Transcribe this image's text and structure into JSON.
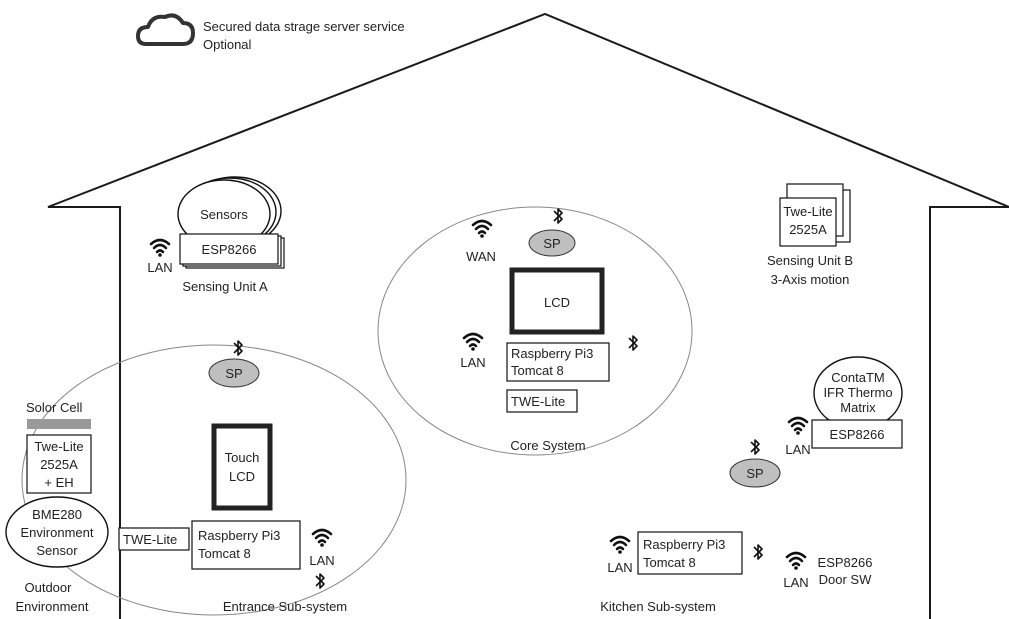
{
  "cloud": {
    "icon": "cloud-icon",
    "line1": "Secured data strage server service",
    "line2": "Optional"
  },
  "sensing_unit_a": {
    "sensors": "Sensors",
    "module": "ESP8266",
    "wifi_label": "LAN",
    "caption": "Sensing Unit A"
  },
  "sensing_unit_b": {
    "module_line1": "Twe-Lite",
    "module_line2": "2525A",
    "caption_line1": "Sensing Unit B",
    "caption_line2": "3-Axis motion"
  },
  "core_system": {
    "wifi_wan": "WAN",
    "sp": "SP",
    "lcd": "LCD",
    "wifi_lan": "LAN",
    "pi_line1": "Raspberry Pi3",
    "pi_line2": "Tomcat 8",
    "twe": "TWE-Lite",
    "caption": "Core System"
  },
  "entrance_subsystem": {
    "sp": "SP",
    "lcd_line1": "Touch",
    "lcd_line2": "LCD",
    "twe": "TWE-Lite",
    "pi_line1": "Raspberry Pi3",
    "pi_line2": "Tomcat 8",
    "wifi_label": "LAN",
    "caption": "Entrance Sub-system"
  },
  "outdoor": {
    "solar": "Solor Cell",
    "twe_line1": "Twe-Lite",
    "twe_line2": "2525A",
    "twe_line3": "+ EH",
    "sensor_line1": "BME280",
    "sensor_line2": "Environment",
    "sensor_line3": "Sensor",
    "caption_line1": "Outdoor",
    "caption_line2": "Environment"
  },
  "thermo_unit": {
    "sensor_line1": "ContaTM",
    "sensor_line2": "IFR Thermo",
    "sensor_line3": "Matrix",
    "module": "ESP8266",
    "wifi_label": "LAN",
    "sp": "SP"
  },
  "kitchen_subsystem": {
    "wifi_label": "LAN",
    "pi_line1": "Raspberry Pi3",
    "pi_line2": "Tomcat 8",
    "door_wifi_label": "LAN",
    "door_line1": "ESP8266",
    "door_line2": "Door SW",
    "caption": "Kitchen Sub-system"
  }
}
